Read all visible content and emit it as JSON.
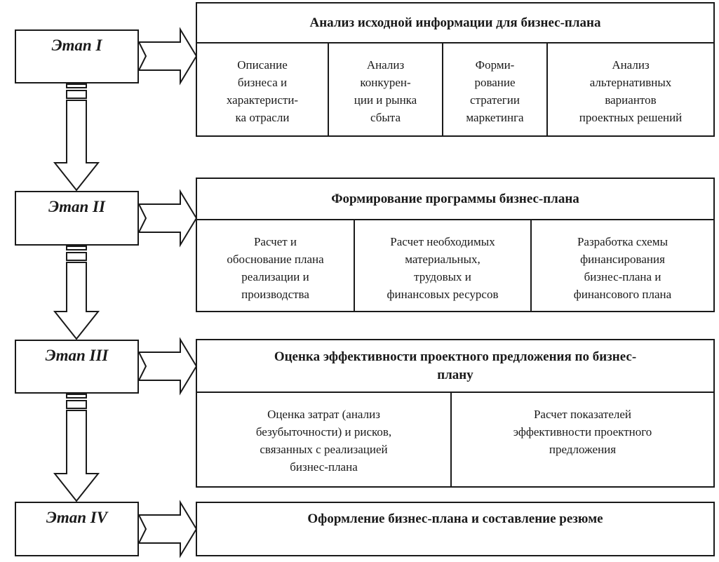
{
  "stages": [
    {
      "label": "Этап I"
    },
    {
      "label": "Этап II"
    },
    {
      "label": "Этап III"
    },
    {
      "label": "Этап IV"
    }
  ],
  "blocks": [
    {
      "header": "Анализ исходной информации для бизнес-плана",
      "cells": [
        "Описание\nбизнеса и\nхарактеристи-\nка отрасли",
        "Анализ\nконкурен-\nции и рынка\nсбыта",
        "Форми-\nрование\nстратегии\nмаркетинга",
        "Анализ\nальтернативных\nвариантов\nпроектных решений"
      ]
    },
    {
      "header": "Формирование программы бизнес-плана",
      "cells": [
        "Расчет и\nобоснование плана\nреализации и\nпроизводства",
        "Расчет необходимых\nматериальных,\nтрудовых и\nфинансовых ресурсов",
        "Разработка схемы\nфинансирования\nбизнес-плана и\nфинансового плана"
      ]
    },
    {
      "header": "Оценка эффективности проектного предложения по бизнес-\nплану",
      "cells": [
        "Оценка затрат (анализ\nбезубыточности) и рисков,\nсвязанных с реализацией\nбизнес-плана",
        "Расчет показателей\nэффективности проектного\nпредложения"
      ]
    },
    {
      "header": "Оформление бизнес-плана и составление резюме",
      "cells": []
    }
  ],
  "colors": {
    "line": "#1a1a1a",
    "fill": "#ffffff"
  }
}
